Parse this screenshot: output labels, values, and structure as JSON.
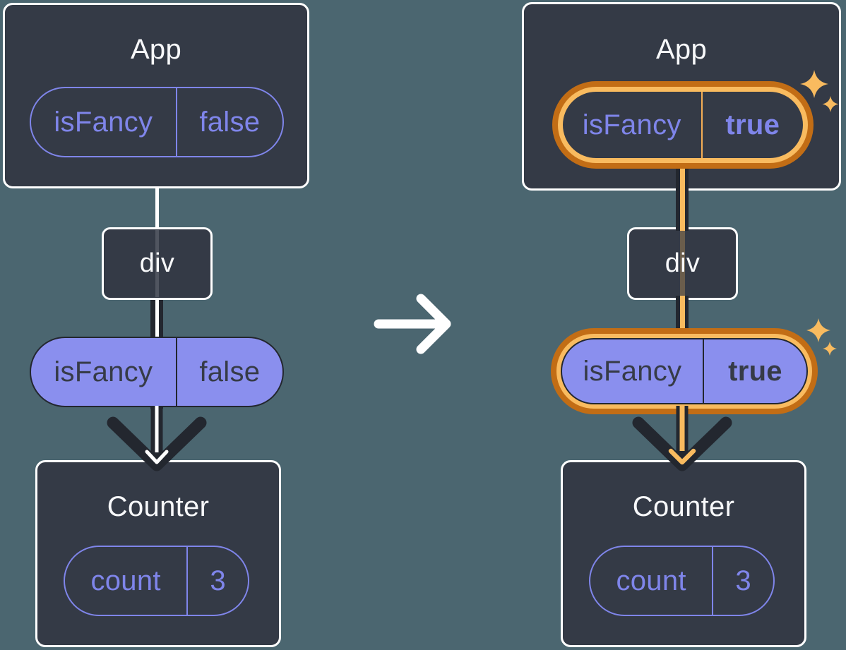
{
  "diagram": {
    "before": {
      "app": {
        "title": "App",
        "state": {
          "name": "isFancy",
          "value": "false"
        }
      },
      "div": {
        "label": "div"
      },
      "prop": {
        "name": "isFancy",
        "value": "false"
      },
      "counter": {
        "title": "Counter",
        "state": {
          "name": "count",
          "value": "3"
        }
      }
    },
    "after": {
      "app": {
        "title": "App",
        "state": {
          "name": "isFancy",
          "value": "true"
        }
      },
      "div": {
        "label": "div"
      },
      "prop": {
        "name": "isFancy",
        "value": "true"
      },
      "counter": {
        "title": "Counter",
        "state": {
          "name": "count",
          "value": "3"
        }
      }
    }
  },
  "icons": {
    "transition_arrow": "right-arrow",
    "sparkles": "sparkles",
    "flow_arrow": "down-arrow"
  },
  "colors": {
    "background": "#4B6670",
    "node_background": "#343A46",
    "node_border": "#FFFFFF",
    "purple_accent": "#7F85EA",
    "purple_fill": "#8A8FEE",
    "dark_ink": "#23272F",
    "highlight_orange_dark": "#C26D15",
    "highlight_orange_light": "#F9BB5F"
  }
}
